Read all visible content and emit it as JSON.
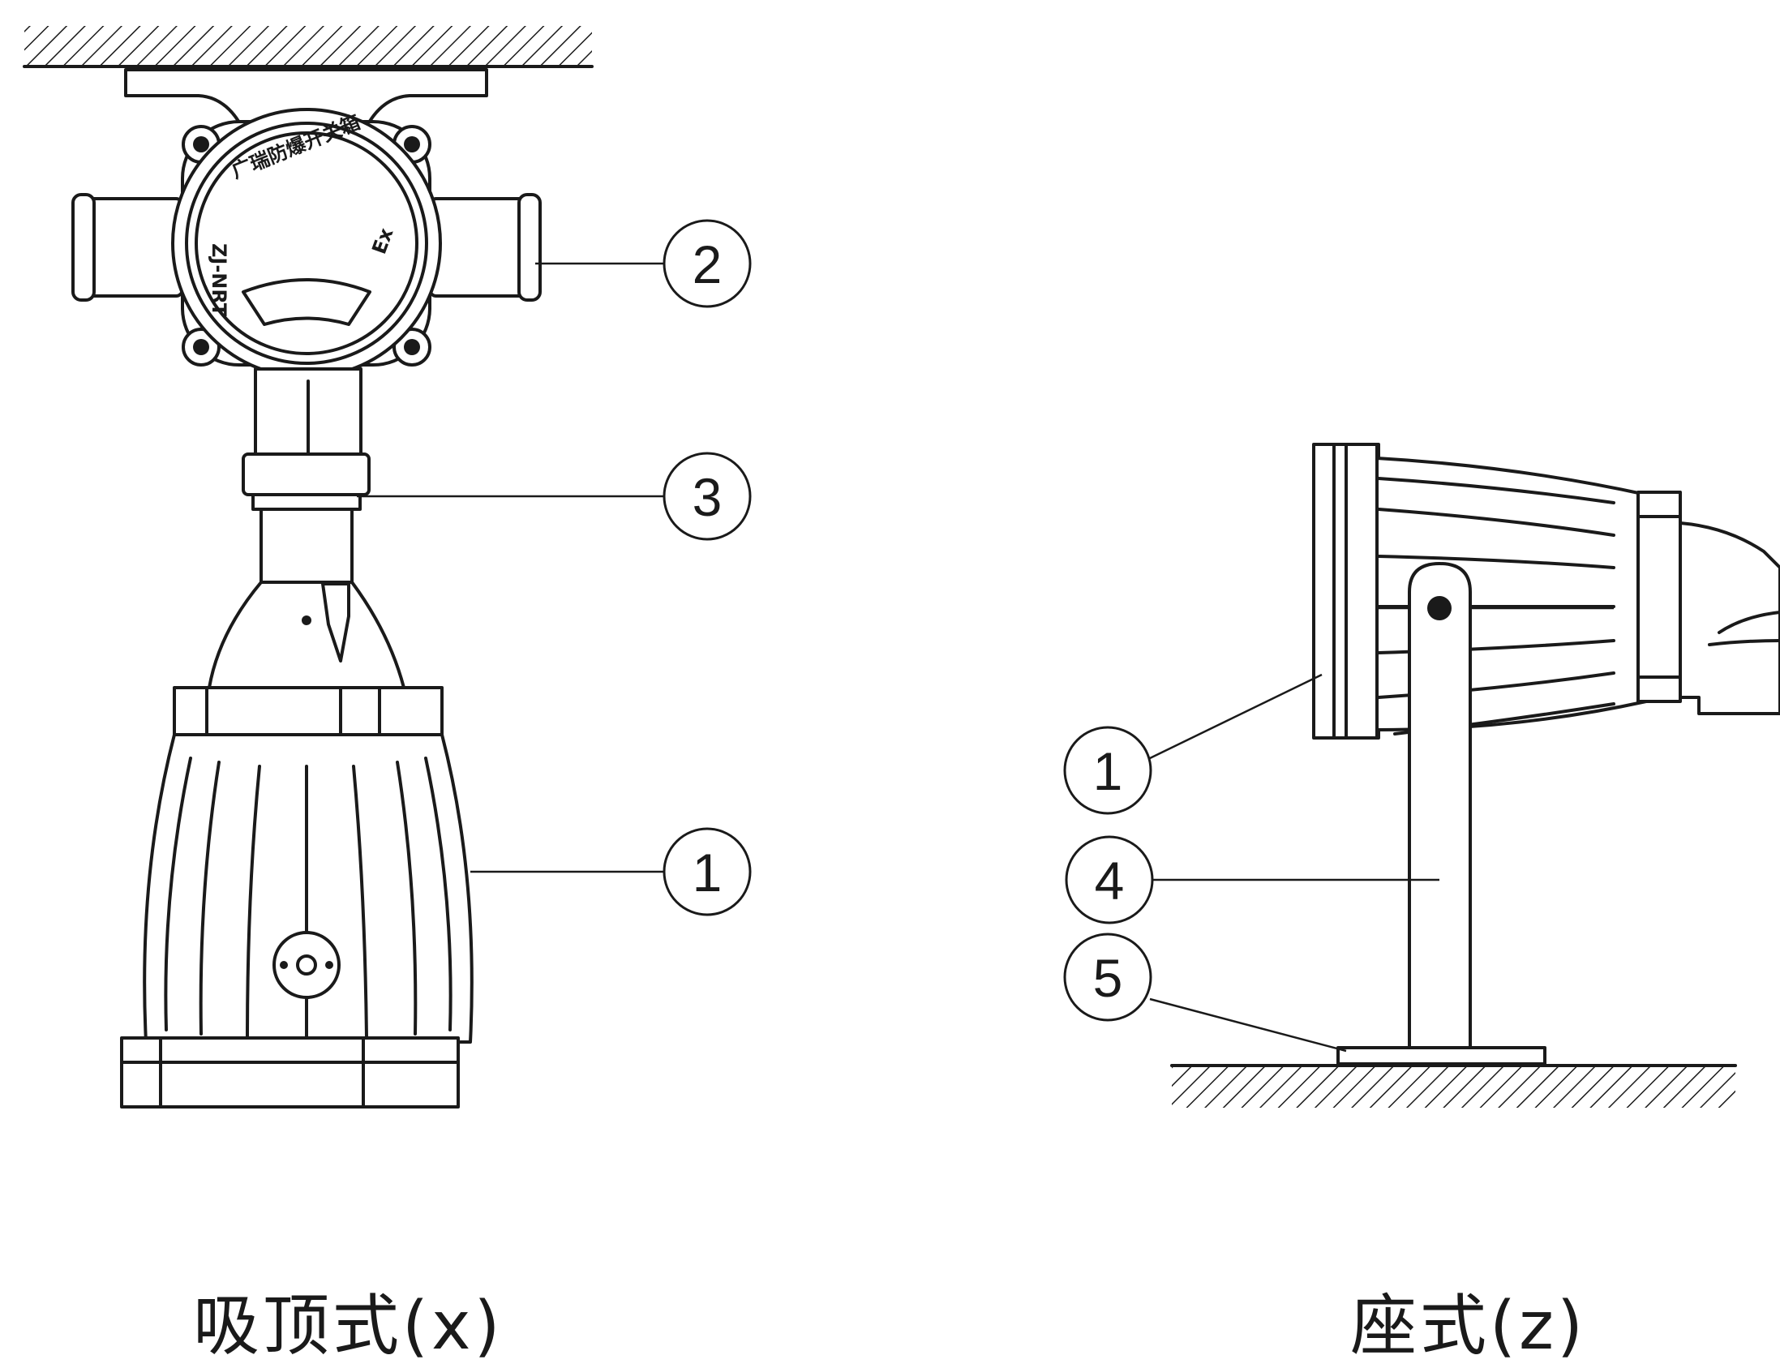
{
  "captions": {
    "ceiling": "吸顶式(x)",
    "seat": "座式(z)"
  },
  "callouts": {
    "ceiling_body": "1",
    "junction_box": "2",
    "connector": "3",
    "seat_body": "1",
    "support_post": "4",
    "base_plate": "5"
  },
  "nameplate": {
    "text": "广瑞防爆开关箱",
    "model": "ZJ-NRT",
    "ex": "Ex"
  }
}
